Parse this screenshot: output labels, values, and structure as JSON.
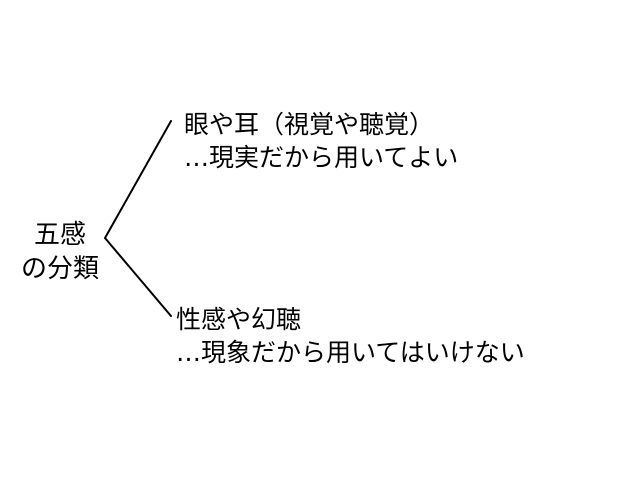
{
  "root": {
    "line1": "五感",
    "line2": "の分類"
  },
  "branches": [
    {
      "title": "眼や耳（視覚や聴覚）",
      "note": "…現実だから用いてよい"
    },
    {
      "title": "性感や幻聴",
      "note": "…現象だから用いてはいけない"
    }
  ],
  "colors": {
    "text": "#000000",
    "line": "#000000",
    "background": "#ffffff"
  }
}
